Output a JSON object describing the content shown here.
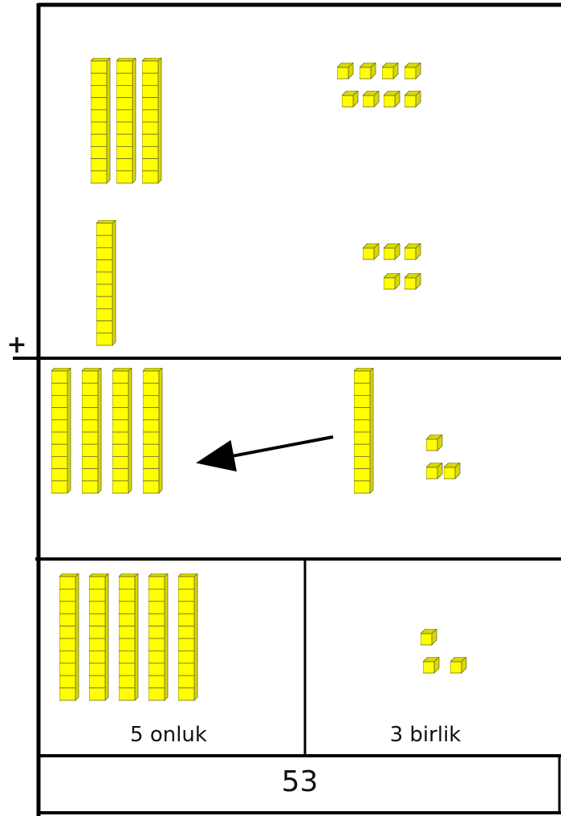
{
  "operator": "+",
  "rows": [
    {
      "tens": 3,
      "ones": 8
    },
    {
      "tens": 1,
      "ones": 5
    }
  ],
  "regroup": {
    "tens": 4,
    "moved_tens": 1,
    "ones": 3
  },
  "result": {
    "tens": 5,
    "ones": 3,
    "tens_label": "5 onluk",
    "ones_label": "3 birlik",
    "value": "53"
  },
  "colors": {
    "block_face": "#ffff00",
    "block_side": "#d9d900",
    "block_edge": "#6b6b2e",
    "frame": "#000000"
  },
  "icons": [
    "ten-rod-icon",
    "unit-cube-icon",
    "regroup-arrow-icon"
  ]
}
